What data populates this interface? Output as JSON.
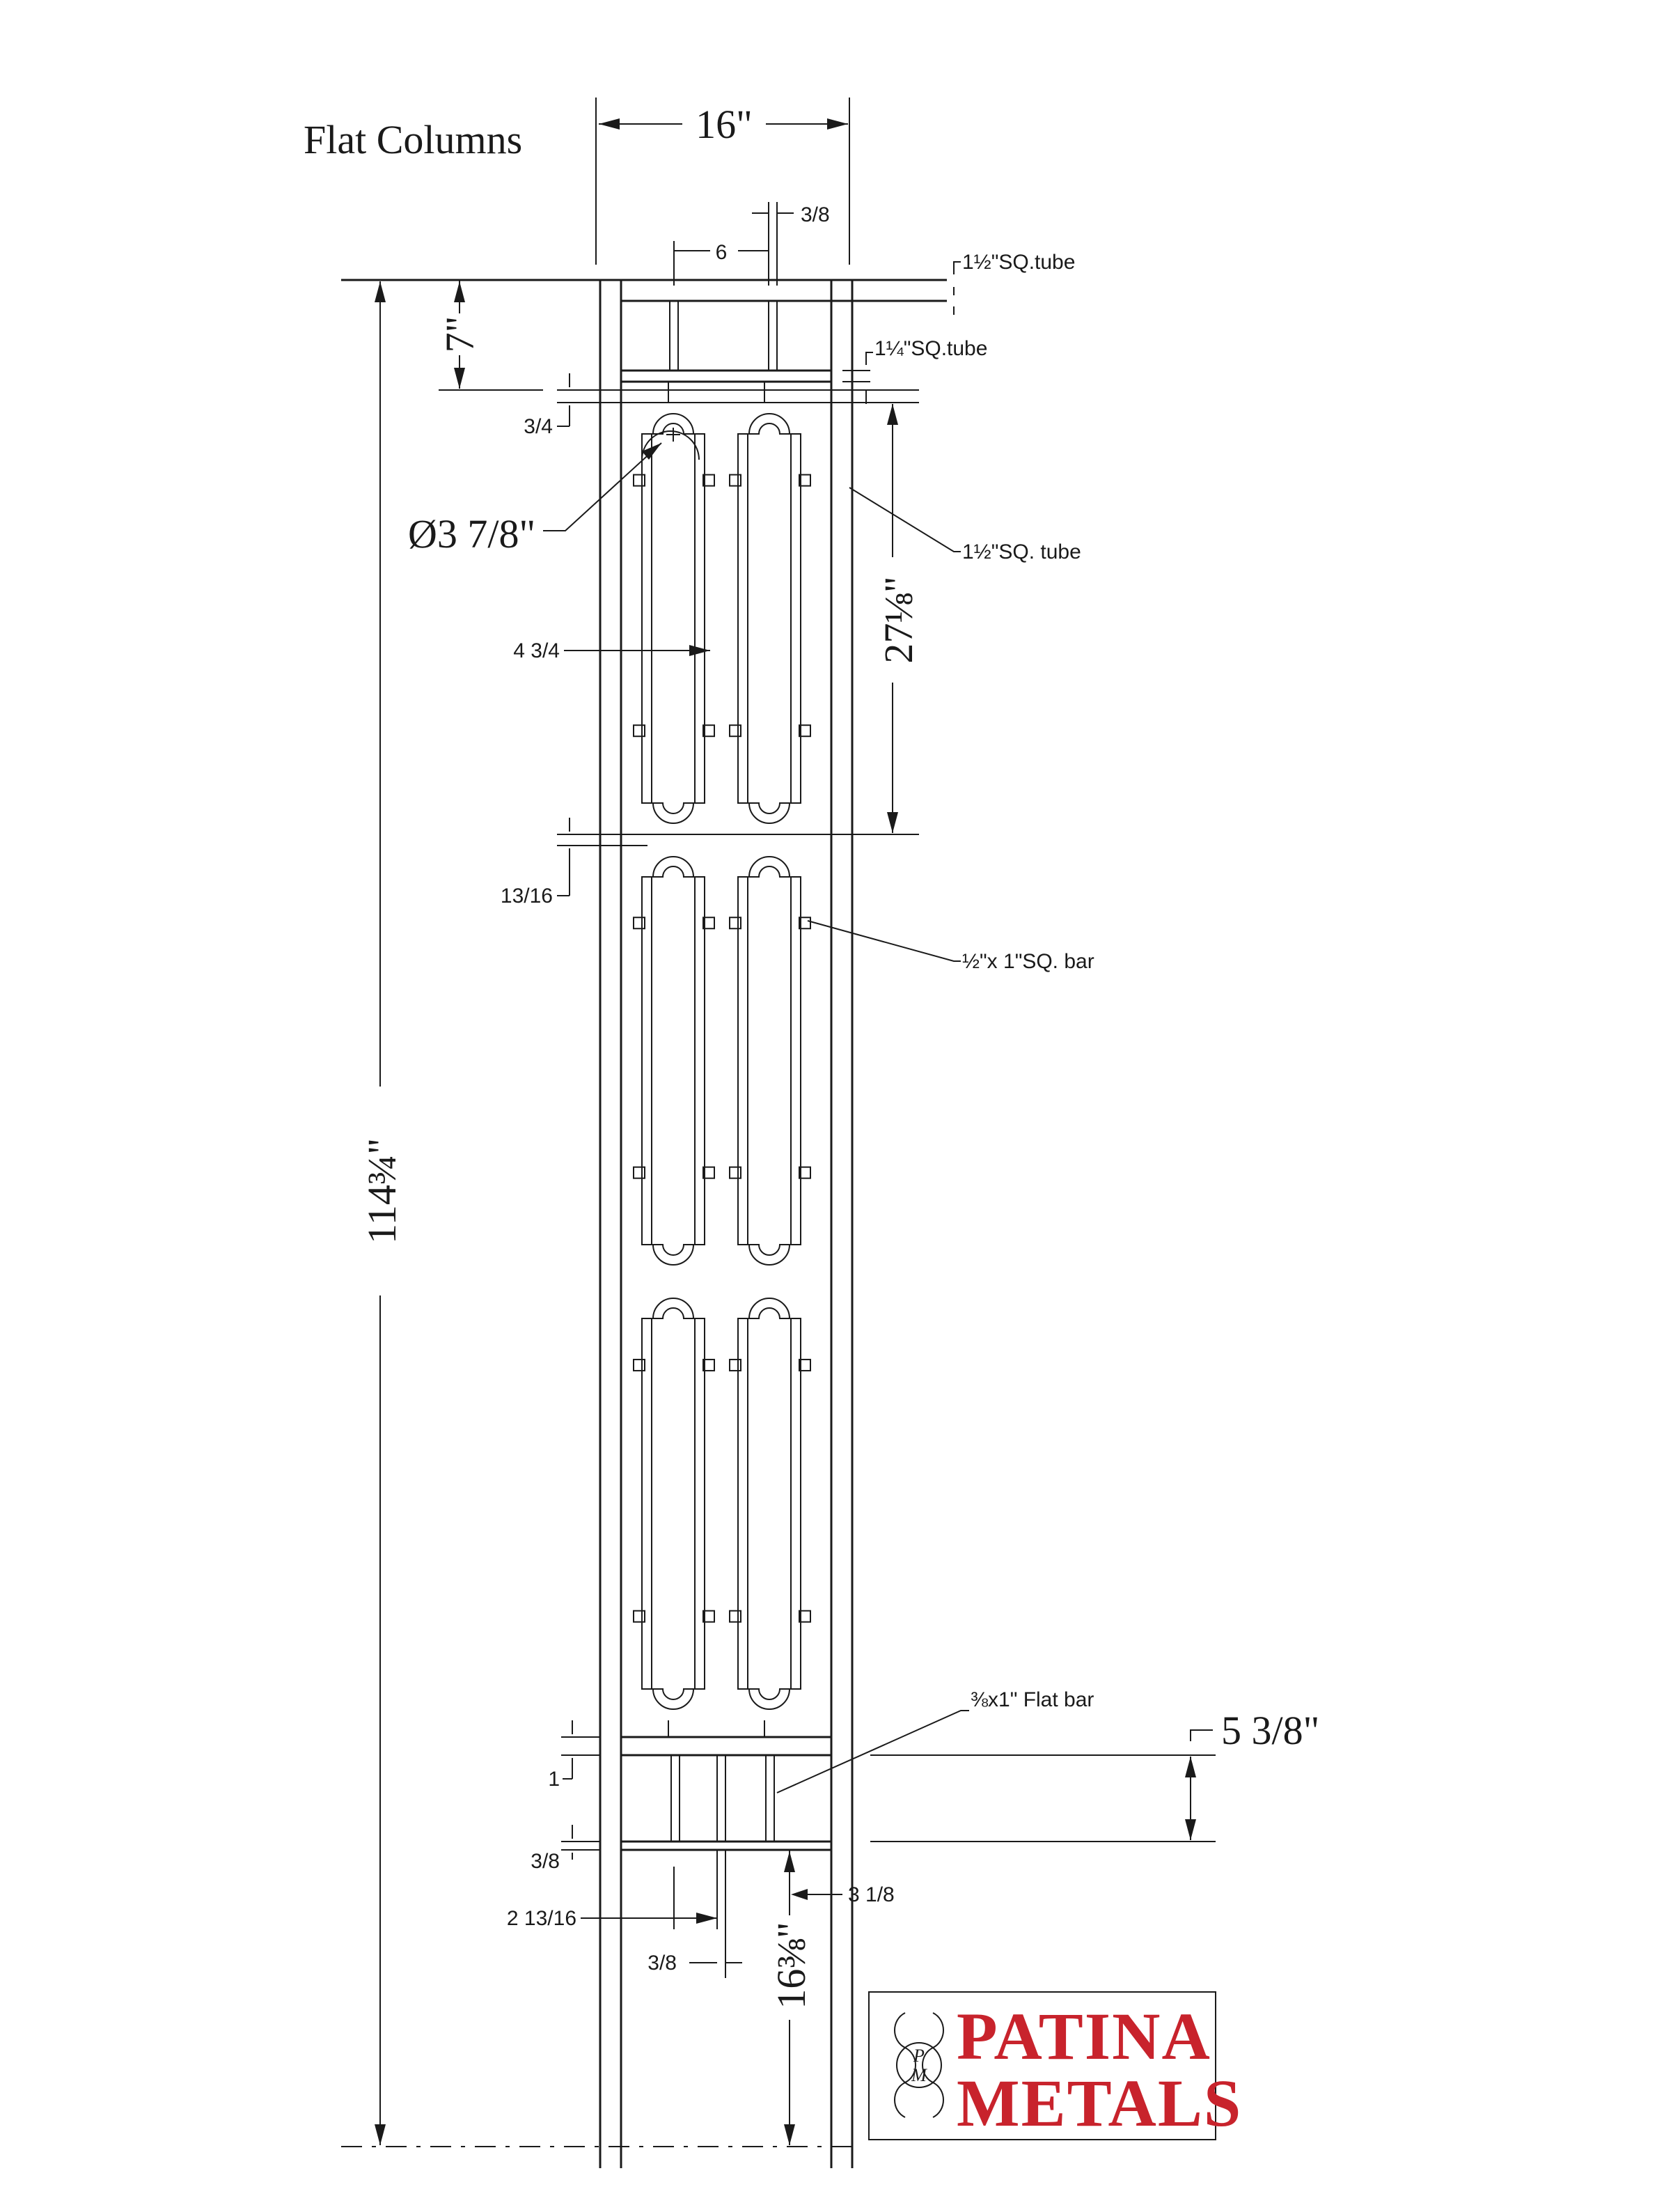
{
  "title": "Flat Columns",
  "dimensions": {
    "overall_width": "16\"",
    "top_spacing": "3/8",
    "top_gap": "6",
    "top_tube": "1½\"SQ.tube",
    "top_height": "7\"",
    "second_tube": "1¼\"SQ.tube",
    "gap_top": "3/4",
    "diameter": "Ø3 7/8\"",
    "side_tube": "1½\"SQ. tube",
    "panel_height": "27⅛\"",
    "oval_width": "4 3/4",
    "gap_mid": "13/16",
    "bar": "½\"x 1\"SQ. bar",
    "overall_height": "114¾\"",
    "flat_bar": "⅜x1\" Flat bar",
    "bottom_panel": "5 3/8\"",
    "bottom_gap_1": "1",
    "bottom_gap_2": "3/8",
    "bottom_offset": "3 1/8",
    "bottom_spacing": "2 13/16",
    "bottom_bar": "3/8",
    "base_height": "16⅜\""
  },
  "logo": {
    "line1": "PATINA",
    "line2": "METALS",
    "brand_color": "#c8232c"
  }
}
